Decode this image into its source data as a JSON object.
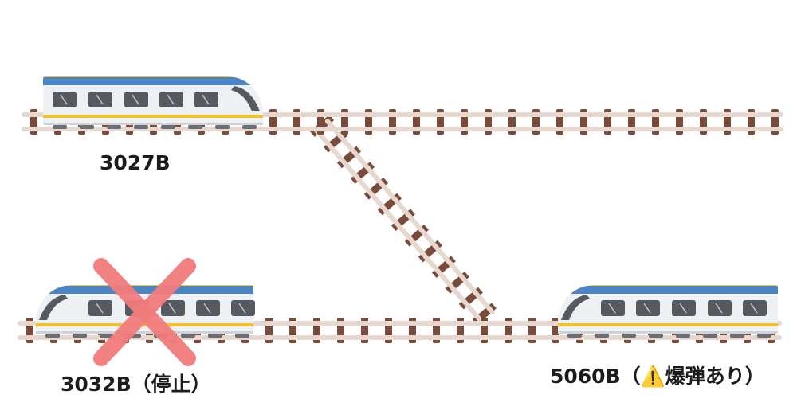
{
  "trains": [
    {
      "id": "train-top",
      "label": "3027B",
      "direction": "right",
      "status": ""
    },
    {
      "id": "train-bottom-left",
      "label": "3032B",
      "direction": "left",
      "status": "（停止）",
      "crossed_out": true
    },
    {
      "id": "train-bottom-right",
      "label": "5060B",
      "direction": "left",
      "status": "（⚠️爆弾あり）"
    }
  ],
  "icons": {
    "stop_mark": "x-mark-icon",
    "warning": "warning-icon"
  },
  "colors": {
    "rail": "#e6d7cf",
    "tie": "#7a4a3a",
    "train_body": "#eef0f3",
    "train_stripe_blue": "#4a86c5",
    "train_stripe_yellow": "#f2c12e",
    "window": "#555a60",
    "x_mark": "#f27c7c"
  }
}
